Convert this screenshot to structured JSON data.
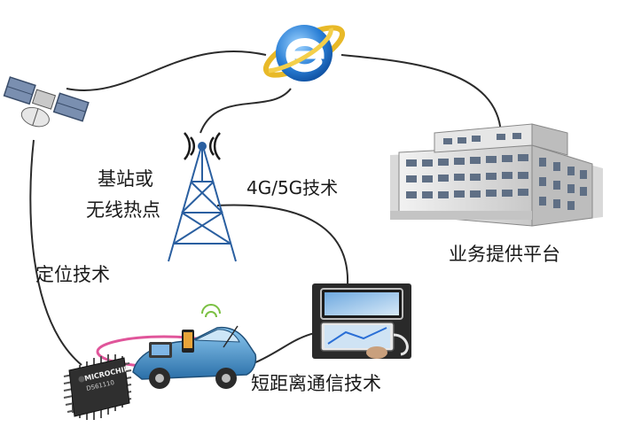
{
  "labels": {
    "base_station_line1": "基站或",
    "base_station_line2": "无线热点",
    "network_tech": "4G/5G技术",
    "service_platform": "业务提供平台",
    "positioning_tech": "定位技术",
    "short_range_tech": "短距离通信技术",
    "chip_brand": "MICROCHIP",
    "chip_model": "DS61110"
  },
  "icons": {
    "internet": "internet-explorer-icon",
    "satellite": "satellite-icon",
    "tower": "cell-tower-icon",
    "building": "office-building-icon",
    "navigator": "car-navigation-device-icon",
    "car": "car-icon",
    "chip": "chip-icon"
  },
  "colors": {
    "link": "#2b2b2b",
    "ie_blue": "#2a7fd6",
    "ie_ring": "#e8b928",
    "tower_blue": "#2a5fa0",
    "car_blue": "#3d8fc9",
    "pink_ring": "#e0559a"
  }
}
